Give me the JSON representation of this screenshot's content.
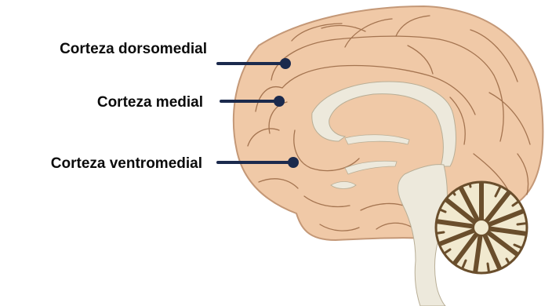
{
  "labels": {
    "dorsomedial": "Corteza dorsomedial",
    "medial": "Corteza medial",
    "ventromedial": "Corteza ventromedial"
  },
  "colors": {
    "cortex": "#f0c9a7",
    "cortex_outline": "#c49877",
    "sulci": "#9c6b47",
    "white_matter": "#ede9dc",
    "cerebellum_dark": "#6a4e2c",
    "cerebellum_light": "#f1e9cf",
    "pointer": "#1b2a4d"
  }
}
